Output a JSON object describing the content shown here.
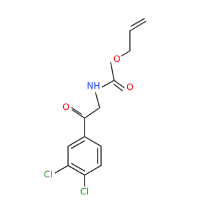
{
  "molecule": {
    "colors": {
      "bond": "#3a3a3a",
      "oxygen": "#ff0d0d",
      "nitrogen": "#3050f8",
      "chlorine": "#1fa01f"
    },
    "labels": {
      "ester_oxygen": "O",
      "carbonyl_oxygen": "O",
      "nitrogen": "NH",
      "ketone_oxygen": "O",
      "chlorine_3": "Cl",
      "chlorine_4": "Cl"
    }
  }
}
